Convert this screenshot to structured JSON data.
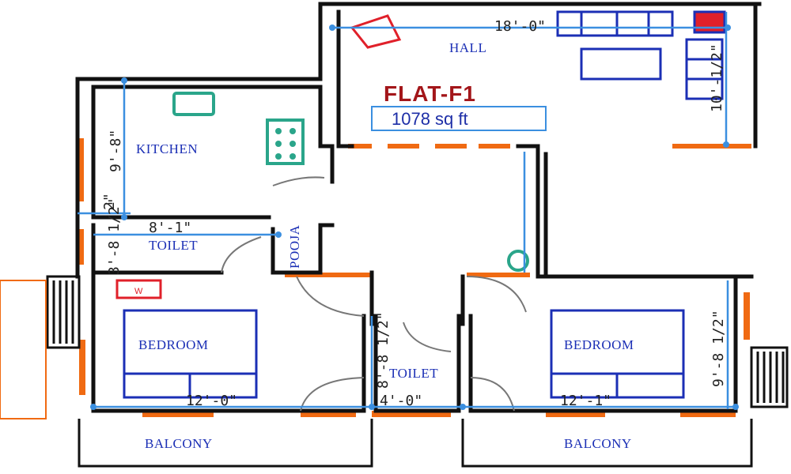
{
  "title": "FLAT-F1",
  "area": "1078 sq ft",
  "rooms": {
    "hall": "HALL",
    "kitchen": "KITCHEN",
    "toilet_top": "TOILET",
    "pooja": "POOJA",
    "bedroom_left": "BEDROOM",
    "bedroom_right": "BEDROOM",
    "toilet_mid": "TOILET",
    "balcony_left": "BALCONY",
    "balcony_right": "BALCONY"
  },
  "dimensions": {
    "hall_width": "18'-0\"",
    "hall_depth": "10'-1/2\"",
    "kitchen_depth": "9'-8\"",
    "kitchen_gap": "2\"",
    "toilet_width": "8'-1\"",
    "toilet_depth": "3'-8 1/2\"",
    "bedroom_left_width": "12'-0\"",
    "toilet_mid_width": "4'-0\"",
    "toilet_mid_depth": "8'-8 1/2\"",
    "bedroom_right_width": "12'-1\"",
    "bedroom_right_depth": "9'-8 1/2\""
  },
  "colors": {
    "wall": "#111111",
    "window": "#f06a12",
    "dimension": "#3b8fe0",
    "furniture": "#1b2fb5",
    "title": "#a3161a",
    "kitchen_fixture": "#2aa58a",
    "marker": "#e0202a"
  },
  "symbols": {
    "wash_basin": "W"
  }
}
